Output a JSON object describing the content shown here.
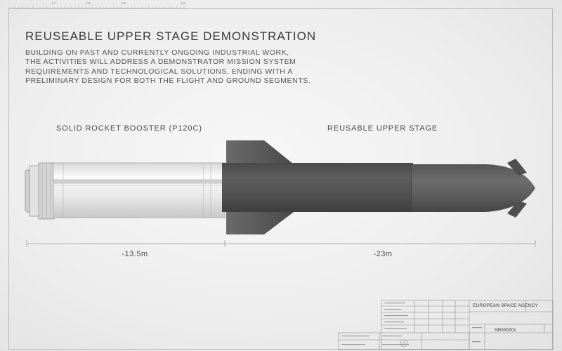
{
  "title": "REUSEABLE UPPER STAGE DEMONSTRATION",
  "description_lines": [
    "BUILDING ON PAST AND CURRENTLY ONGOING INDUSTRIAL WORK,",
    "THE ACTIVITIES WILL ADDRESS A DEMONSTRATOR MISSION SYSTEM",
    "REQUIREMENTS AND TECHNOLOGICAL SOLUTIONS, ENDING WITH A",
    "PRELIMINARY DESIGN FOR BOTH THE FLIGHT AND GROUND SEGMENTS."
  ],
  "sections": {
    "booster_label": "SOLID ROCKET BOOSTER (P120C)",
    "upper_stage_label": "REUSABLE UPPER STAGE"
  },
  "dimensions": {
    "booster_length": "-13.5m",
    "upper_stage_length": "-23m"
  },
  "ruler_ticks": [
    "50",
    "100",
    "150",
    "200"
  ],
  "title_block": {
    "organization": "EUROPEAN SPACE AGENCY",
    "drawing_number": "SR000001"
  },
  "colors": {
    "upper_stage": "#545454",
    "booster": "#eeeeee",
    "text": "#3a3a3a",
    "lines": "#9a9a9a"
  }
}
